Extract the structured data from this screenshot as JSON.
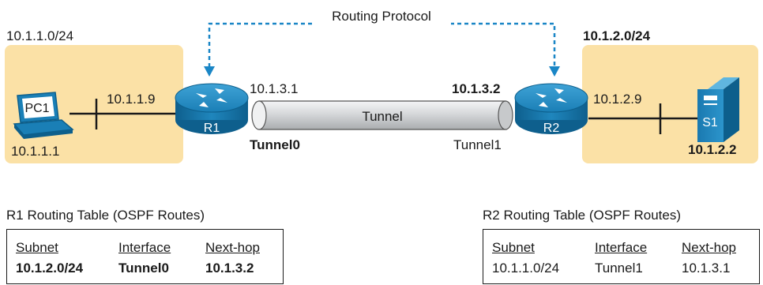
{
  "protocol_label": "Routing Protocol",
  "left_site": {
    "subnet": "10.1.1.0/24",
    "pc_label": "PC1",
    "pc_ip": "10.1.1.1",
    "router_lan_ip": "10.1.1.9",
    "router_label": "R1"
  },
  "right_site": {
    "subnet": "10.1.2.0/24",
    "server_label": "S1",
    "server_ip": "10.1.2.2",
    "router_lan_ip": "10.1.2.9",
    "router_label": "R2"
  },
  "tunnel": {
    "label": "Tunnel",
    "left_ip": "10.1.3.1",
    "left_intf": "Tunnel0",
    "right_ip": "10.1.3.2",
    "right_intf": "Tunnel1"
  },
  "tables": {
    "r1": {
      "title": "R1 Routing Table (OSPF Routes)",
      "headers": [
        "Subnet",
        "Interface",
        "Next-hop"
      ],
      "row": [
        "10.1.2.0/24",
        "Tunnel0",
        "10.1.3.2"
      ]
    },
    "r2": {
      "title": "R2 Routing Table (OSPF Routes)",
      "headers": [
        "Subnet",
        "Interface",
        "Next-hop"
      ],
      "row": [
        "10.1.1.0/24",
        "Tunnel1",
        "10.1.3.1"
      ]
    }
  },
  "colors": {
    "site_fill": "#fbe1a6",
    "router_blue": "#1a7fb6",
    "router_dark": "#0d5f8c",
    "dashed_arrow": "#1a86c6",
    "tunnel_gray": "#d2d4d6"
  }
}
